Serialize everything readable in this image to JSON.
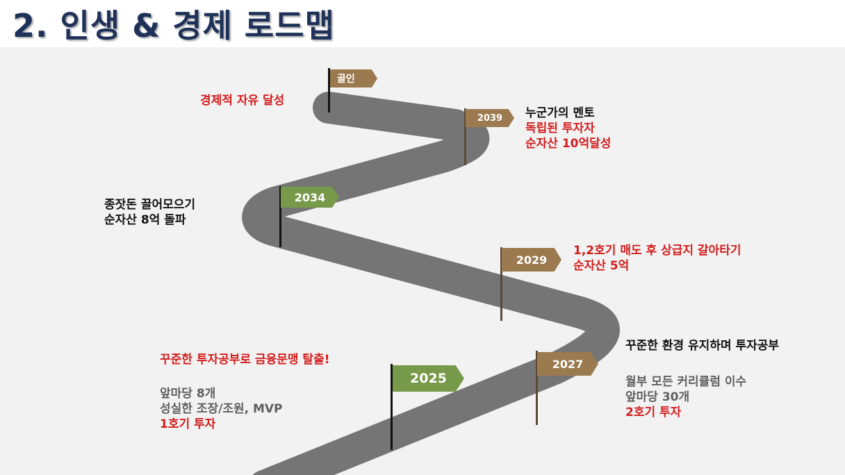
{
  "page_title": "2. 인생 & 경제 로드맵",
  "colors": {
    "title": "#1e3158",
    "road": "#757575",
    "flag_brown": "#9b7a4f",
    "flag_green": "#779a4a",
    "red_text": "#d31d1d",
    "black_text": "#111111",
    "gray_text": "#5f5f5f"
  },
  "milestones": {
    "goal": {
      "flag_label": "골인",
      "lines": [
        "경제적 자유 달성"
      ]
    },
    "y2039": {
      "flag_label": "2039",
      "lines": [
        "누군가의 멘토",
        "독립된 투자자",
        "순자산 10억달성"
      ]
    },
    "y2034": {
      "flag_label": "2034",
      "lines": [
        "종잣돈 끌어모으기",
        "순자산 8억 돌파"
      ]
    },
    "y2029": {
      "flag_label": "2029",
      "lines": [
        "1,2호기 매도 후 상급지 갈아타기",
        "순자산 5억"
      ]
    },
    "y2027": {
      "flag_label": "2027",
      "heading": "꾸준한 환경 유지하며 투자공부",
      "lines": [
        "월부 모든 커리큘럼 이수",
        "앞마당 30개",
        "2호기 투자"
      ]
    },
    "y2025": {
      "flag_label": "2025",
      "heading": "꾸준한 투자공부로 금융문맹 탈출!",
      "lines": [
        "앞마당 8개",
        "성실한 조장/조원, MVP",
        "1호기 투자"
      ]
    }
  }
}
